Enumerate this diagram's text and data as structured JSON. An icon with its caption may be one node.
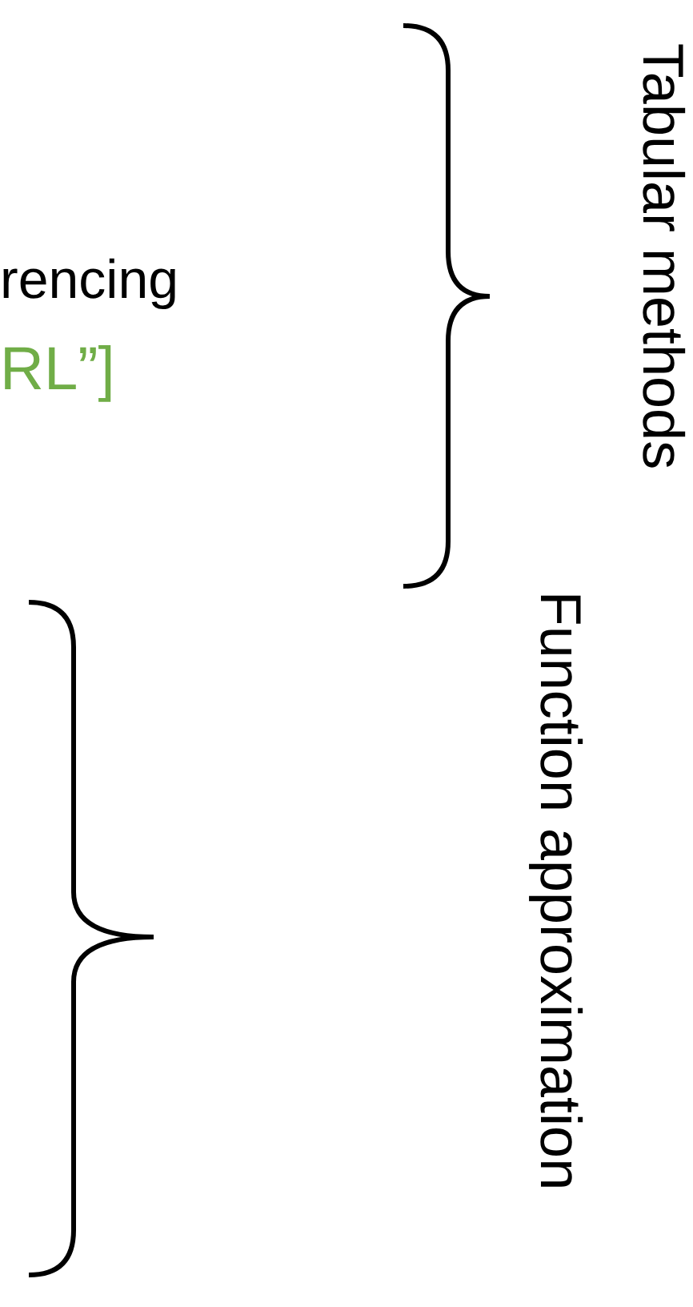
{
  "diagram": {
    "labels": [
      "rencing",
      "RL”]",
      "Tabular methods",
      "Function approximation"
    ]
  }
}
